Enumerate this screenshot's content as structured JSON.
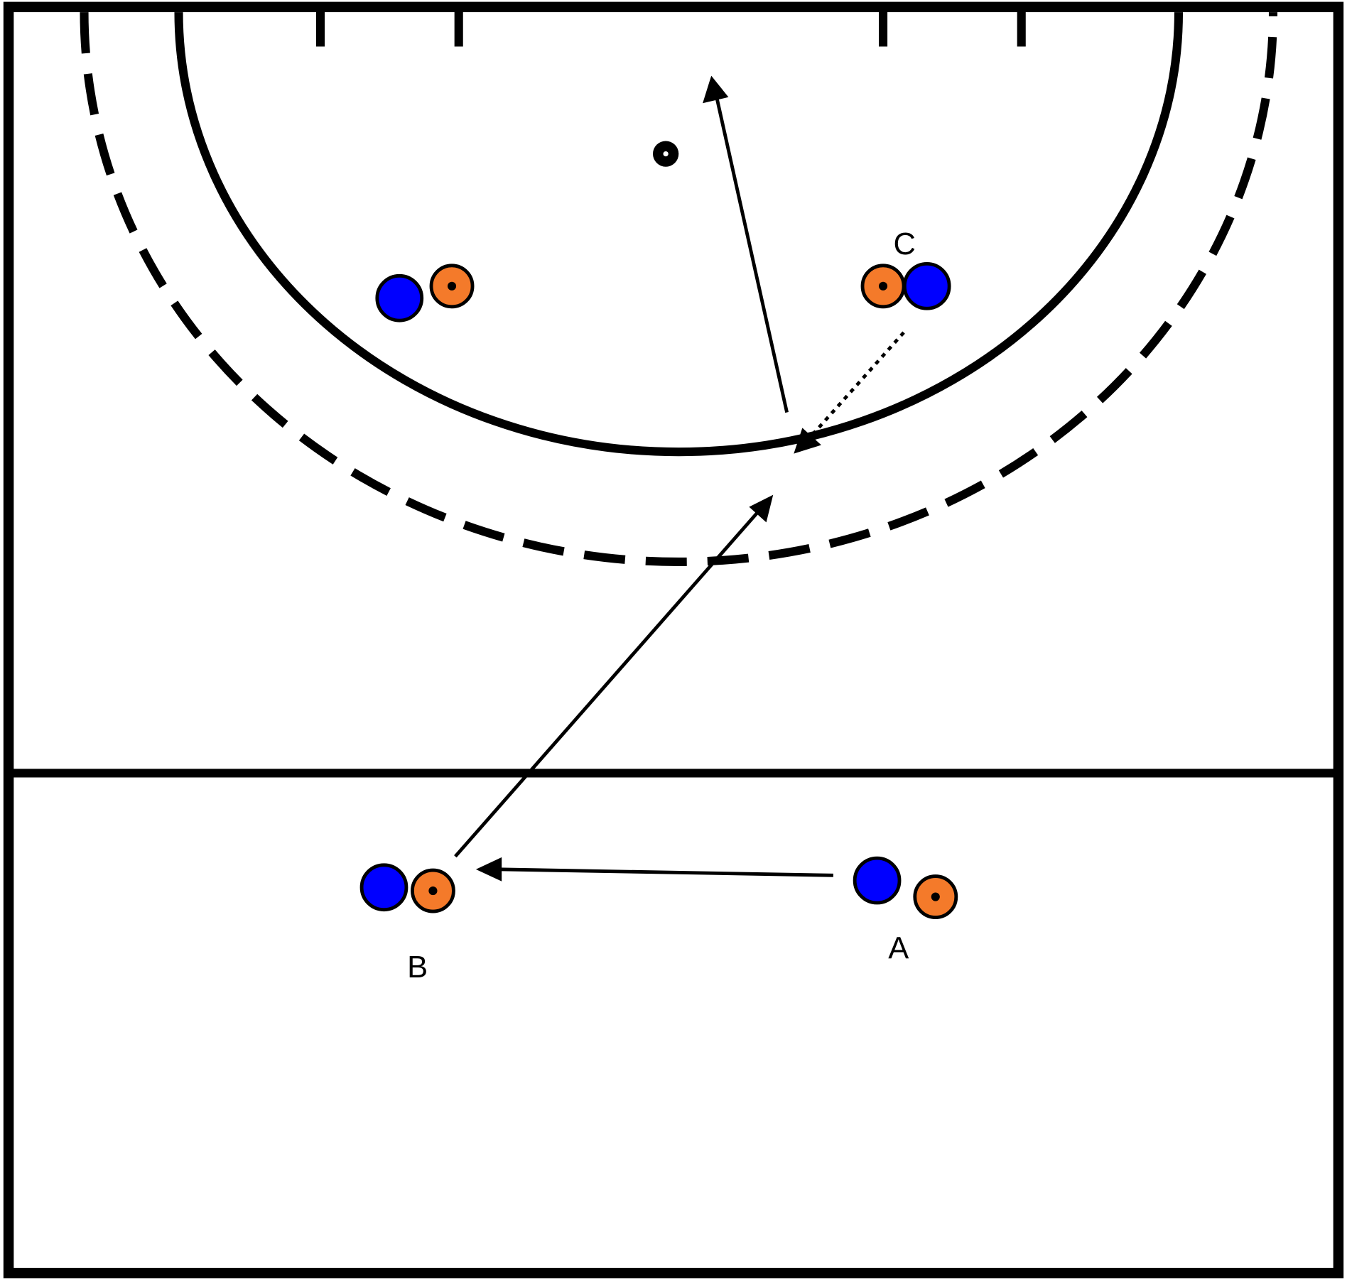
{
  "labels": {
    "a": "A",
    "b": "B",
    "c": "C"
  },
  "colors": {
    "attacker": "#0000ff",
    "defender": "#f47a2a",
    "line": "#000000",
    "field": "#ffffff"
  }
}
